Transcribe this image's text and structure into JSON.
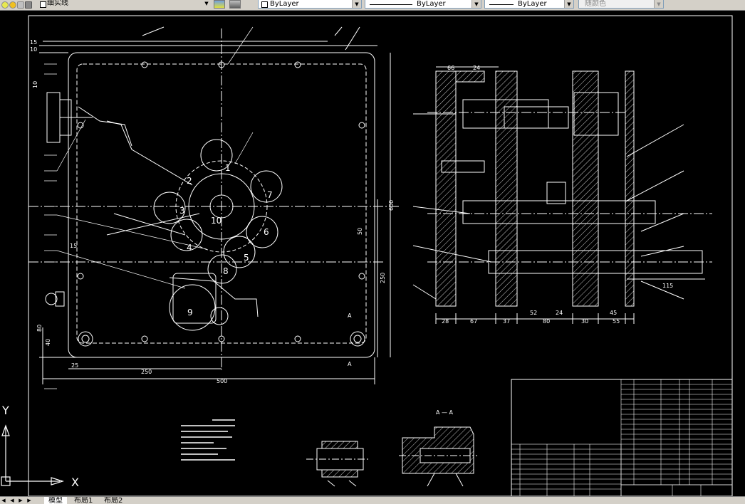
{
  "toolbar": {
    "layer_name": "细实线",
    "color_value": "ByLayer",
    "linetype_value": "ByLayer",
    "lineweight_value": "ByLayer",
    "plotstyle_value": "随颜色"
  },
  "tabs": [
    {
      "label": "模型",
      "active": true
    },
    {
      "label": "布局1",
      "active": false
    },
    {
      "label": "布局2",
      "active": false
    }
  ],
  "ucs": {
    "x_label": "X",
    "y_label": "Y"
  },
  "drawing": {
    "top_dims": [
      "15",
      "10"
    ],
    "left_dim": "10",
    "bottom_dims": [
      "25",
      "250",
      "500"
    ],
    "left_bottom_dims": [
      "80",
      "40"
    ],
    "right_dims": [
      "600",
      "250",
      "50"
    ],
    "gear_labels": [
      "1",
      "2",
      "3",
      "4",
      "5",
      "6",
      "7",
      "8",
      "9",
      "10"
    ],
    "part_tag": "15",
    "sec_top_dims": [
      "66",
      "24"
    ],
    "sec_bottom_dims": [
      "28",
      "67",
      "37",
      "52",
      "24",
      "80",
      "30",
      "45",
      "55"
    ],
    "sec_right_dim": "115",
    "section_title": "A — A",
    "section_marks": [
      "A",
      "A"
    ]
  }
}
